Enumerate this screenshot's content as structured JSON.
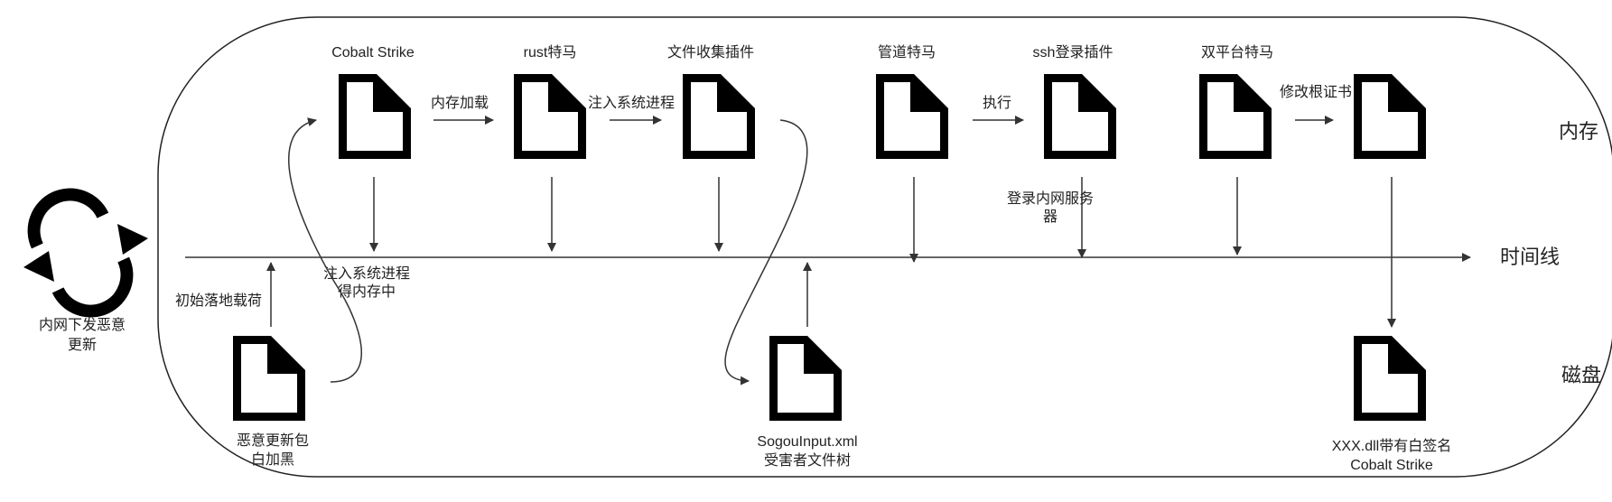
{
  "sync_label": [
    "内网下发恶意",
    "更新"
  ],
  "side_labels": {
    "memory": "内存",
    "timeline": "时间线",
    "disk": "磁盘"
  },
  "memory_files": [
    "Cobalt Strike",
    "rust特马",
    "文件收集插件",
    "管道特马",
    "ssh登录插件",
    "双平台特马",
    ""
  ],
  "disk_files": {
    "update_pkg": [
      "恶意更新包",
      "白加黑"
    ],
    "sogou": [
      "SogouInput.xml",
      "受害者文件树"
    ],
    "dll": [
      "XXX.dll带有白签名",
      "Cobalt Strike"
    ]
  },
  "edge_labels": {
    "load_mem": "内存加载",
    "inject1": "注入系统进程",
    "execute": "执行",
    "modify_cert": "修改根证书",
    "initial_payload": "初始落地载荷",
    "inject_mem": [
      "注入系统进程",
      "得内存中"
    ],
    "login": [
      "登录内网服务",
      "器"
    ]
  }
}
